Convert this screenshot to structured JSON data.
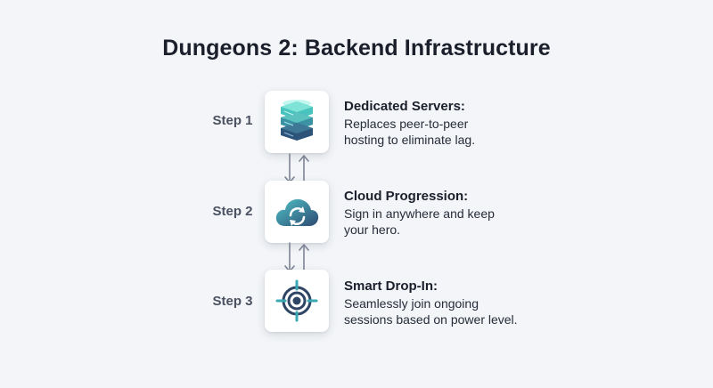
{
  "title": "Dungeons 2: Backend Infrastructure",
  "steps": [
    {
      "label": "Step 1",
      "heading": "Dedicated Servers:",
      "text": "Replaces peer-to-peer hosting to eliminate lag.",
      "icon": "server-stack-icon"
    },
    {
      "label": "Step 2",
      "heading": "Cloud Progression:",
      "text": "Sign in anywhere and keep your hero.",
      "icon": "cloud-sync-icon"
    },
    {
      "label": "Step 3",
      "heading": "Smart Drop-In:",
      "text": "Seamlessly join ongoing sessions based on power level.",
      "icon": "target-icon"
    }
  ],
  "colors": {
    "background": "#f3f5f8",
    "teal": "#3fb7b5",
    "navy": "#2f4566",
    "arrow": "#7c8495"
  }
}
